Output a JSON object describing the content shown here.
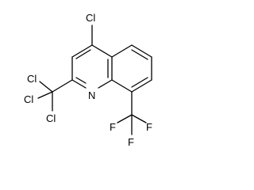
{
  "molecule": {
    "atom_labels": {
      "cl_ring": "Cl",
      "n_ring": "N",
      "cl_a": "Cl",
      "cl_b": "Cl",
      "cl_c": "Cl",
      "f_a": "F",
      "f_b": "F",
      "f_c": "F"
    }
  }
}
